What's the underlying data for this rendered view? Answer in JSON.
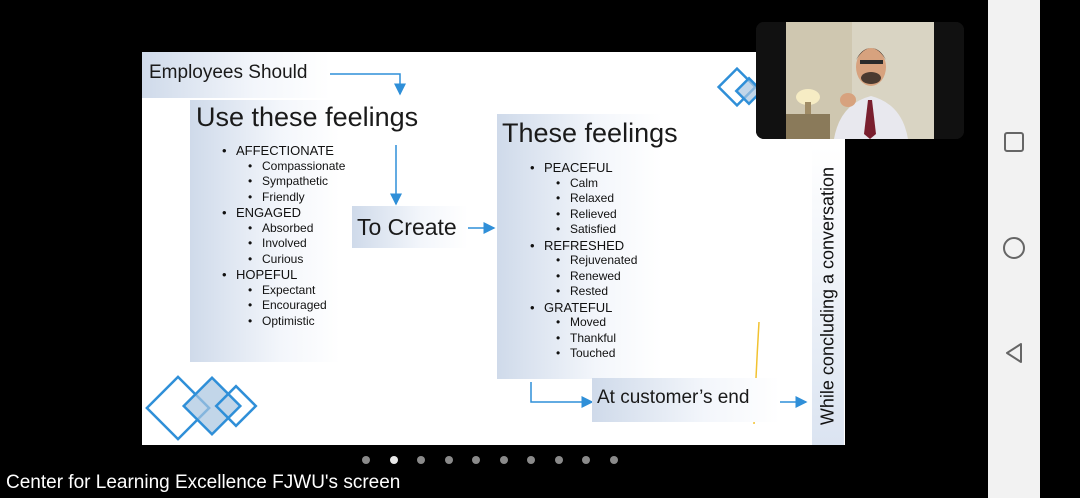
{
  "slide": {
    "title": "Employees Should",
    "left_heading": "Use these feelings",
    "left_items": [
      {
        "text": "AFFECTIONATE",
        "level": 1
      },
      {
        "text": "Compassionate",
        "level": 2
      },
      {
        "text": "Sympathetic",
        "level": 2
      },
      {
        "text": "Friendly",
        "level": 2
      },
      {
        "text": "ENGAGED",
        "level": 1
      },
      {
        "text": "Absorbed",
        "level": 2
      },
      {
        "text": "Involved",
        "level": 2
      },
      {
        "text": "Curious",
        "level": 2
      },
      {
        "text": "HOPEFUL",
        "level": 1
      },
      {
        "text": "Expectant",
        "level": 2
      },
      {
        "text": "Encouraged",
        "level": 2
      },
      {
        "text": "Optimistic",
        "level": 2
      }
    ],
    "middle_label": "To Create",
    "right_heading": "These feelings",
    "right_items": [
      {
        "text": "PEACEFUL",
        "level": 1
      },
      {
        "text": "Calm",
        "level": 2
      },
      {
        "text": "Relaxed",
        "level": 2
      },
      {
        "text": "Relieved",
        "level": 2
      },
      {
        "text": "Satisfied",
        "level": 2
      },
      {
        "text": "REFRESHED",
        "level": 1
      },
      {
        "text": "Rejuvenated",
        "level": 2
      },
      {
        "text": "Renewed",
        "level": 2
      },
      {
        "text": "Rested",
        "level": 2
      },
      {
        "text": "GRATEFUL",
        "level": 1
      },
      {
        "text": "Moved",
        "level": 2
      },
      {
        "text": "Thankful",
        "level": 2
      },
      {
        "text": "Touched",
        "level": 2
      }
    ],
    "bottom_label": "At customer’s end",
    "vertical_label": "While concluding a conversation",
    "accent_color": "#2f8fd8"
  },
  "screen_share": {
    "caption": "Center for Learning Excellence FJWU's screen",
    "page_count": 10,
    "active_page": 2
  },
  "nav_bar": {
    "buttons": [
      "recents-square-icon",
      "home-circle-icon",
      "back-triangle-icon"
    ]
  }
}
